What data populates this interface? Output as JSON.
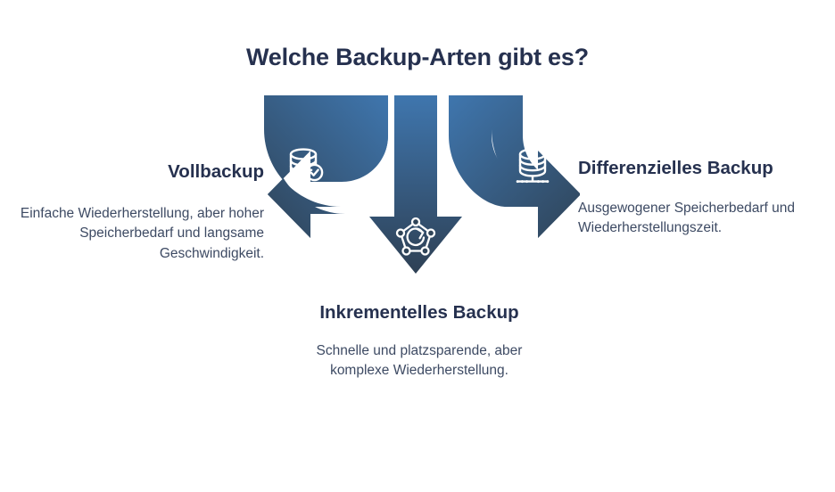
{
  "page": {
    "title": "Welche Backup-Arten gibt es?",
    "background_color": "#ffffff",
    "heading_color": "#26314f",
    "body_text_color": "#3d4a63"
  },
  "diagram": {
    "type": "three-way-split-arrow",
    "arrow_gradient_from": "#3f76ae",
    "arrow_gradient_to": "#2e4054",
    "icon_color": "#ffffff",
    "branches": [
      {
        "id": "vollbackup",
        "direction": "left",
        "icon": "database-check-icon",
        "heading": "Vollbackup",
        "body": "Einfache Wiederherstellung, aber hoher Speicherbedarf und langsame Geschwindigkeit."
      },
      {
        "id": "inkrementelles-backup",
        "direction": "down",
        "icon": "network-restore-icon",
        "heading": "Inkrementelles Backup",
        "body": "Schnelle und platzsparende, aber komplexe Wiederherstellung."
      },
      {
        "id": "differenzielles-backup",
        "direction": "right",
        "icon": "database-network-icon",
        "heading": "Differenzielles Backup",
        "body": "Ausgewogener Speicherbedarf und Wiederherstellungszeit."
      }
    ]
  }
}
